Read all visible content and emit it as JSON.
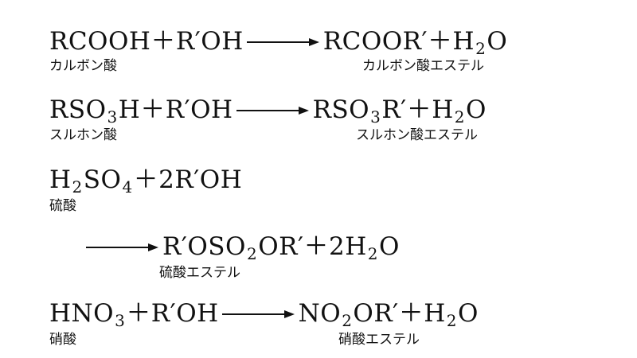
{
  "equations": [
    {
      "lhs": [
        {
          "t": "RCOOH＋R′OH"
        }
      ],
      "rhs": [
        {
          "t": "RCOOR′＋H"
        },
        {
          "s": "2"
        },
        {
          "t": "O"
        }
      ],
      "lhs_label": "カルボン酸",
      "rhs_label": "カルボン酸エステル"
    },
    {
      "lhs": [
        {
          "t": "RSO"
        },
        {
          "s": "3"
        },
        {
          "t": "H＋R′OH"
        }
      ],
      "rhs": [
        {
          "t": "RSO"
        },
        {
          "s": "3"
        },
        {
          "t": "R′＋H"
        },
        {
          "s": "2"
        },
        {
          "t": "O"
        }
      ],
      "lhs_label": "スルホン酸",
      "rhs_label": "スルホン酸エステル"
    },
    {
      "lhs": [
        {
          "t": "H"
        },
        {
          "s": "2"
        },
        {
          "t": "SO"
        },
        {
          "s": "4"
        },
        {
          "t": "＋2R′OH"
        }
      ],
      "rhs": [
        {
          "t": "R′OSO"
        },
        {
          "s": "2"
        },
        {
          "t": "OR′＋2H"
        },
        {
          "s": "2"
        },
        {
          "t": "O"
        }
      ],
      "lhs_label": "硫酸",
      "rhs_label": "硫酸エステル"
    },
    {
      "lhs": [
        {
          "t": "HNO"
        },
        {
          "s": "3"
        },
        {
          "t": "＋R′OH"
        }
      ],
      "rhs": [
        {
          "t": "NO"
        },
        {
          "s": "2"
        },
        {
          "t": "OR′＋H"
        },
        {
          "s": "2"
        },
        {
          "t": "O"
        }
      ],
      "lhs_label": "硝酸",
      "rhs_label": "硝酸エステル"
    }
  ]
}
